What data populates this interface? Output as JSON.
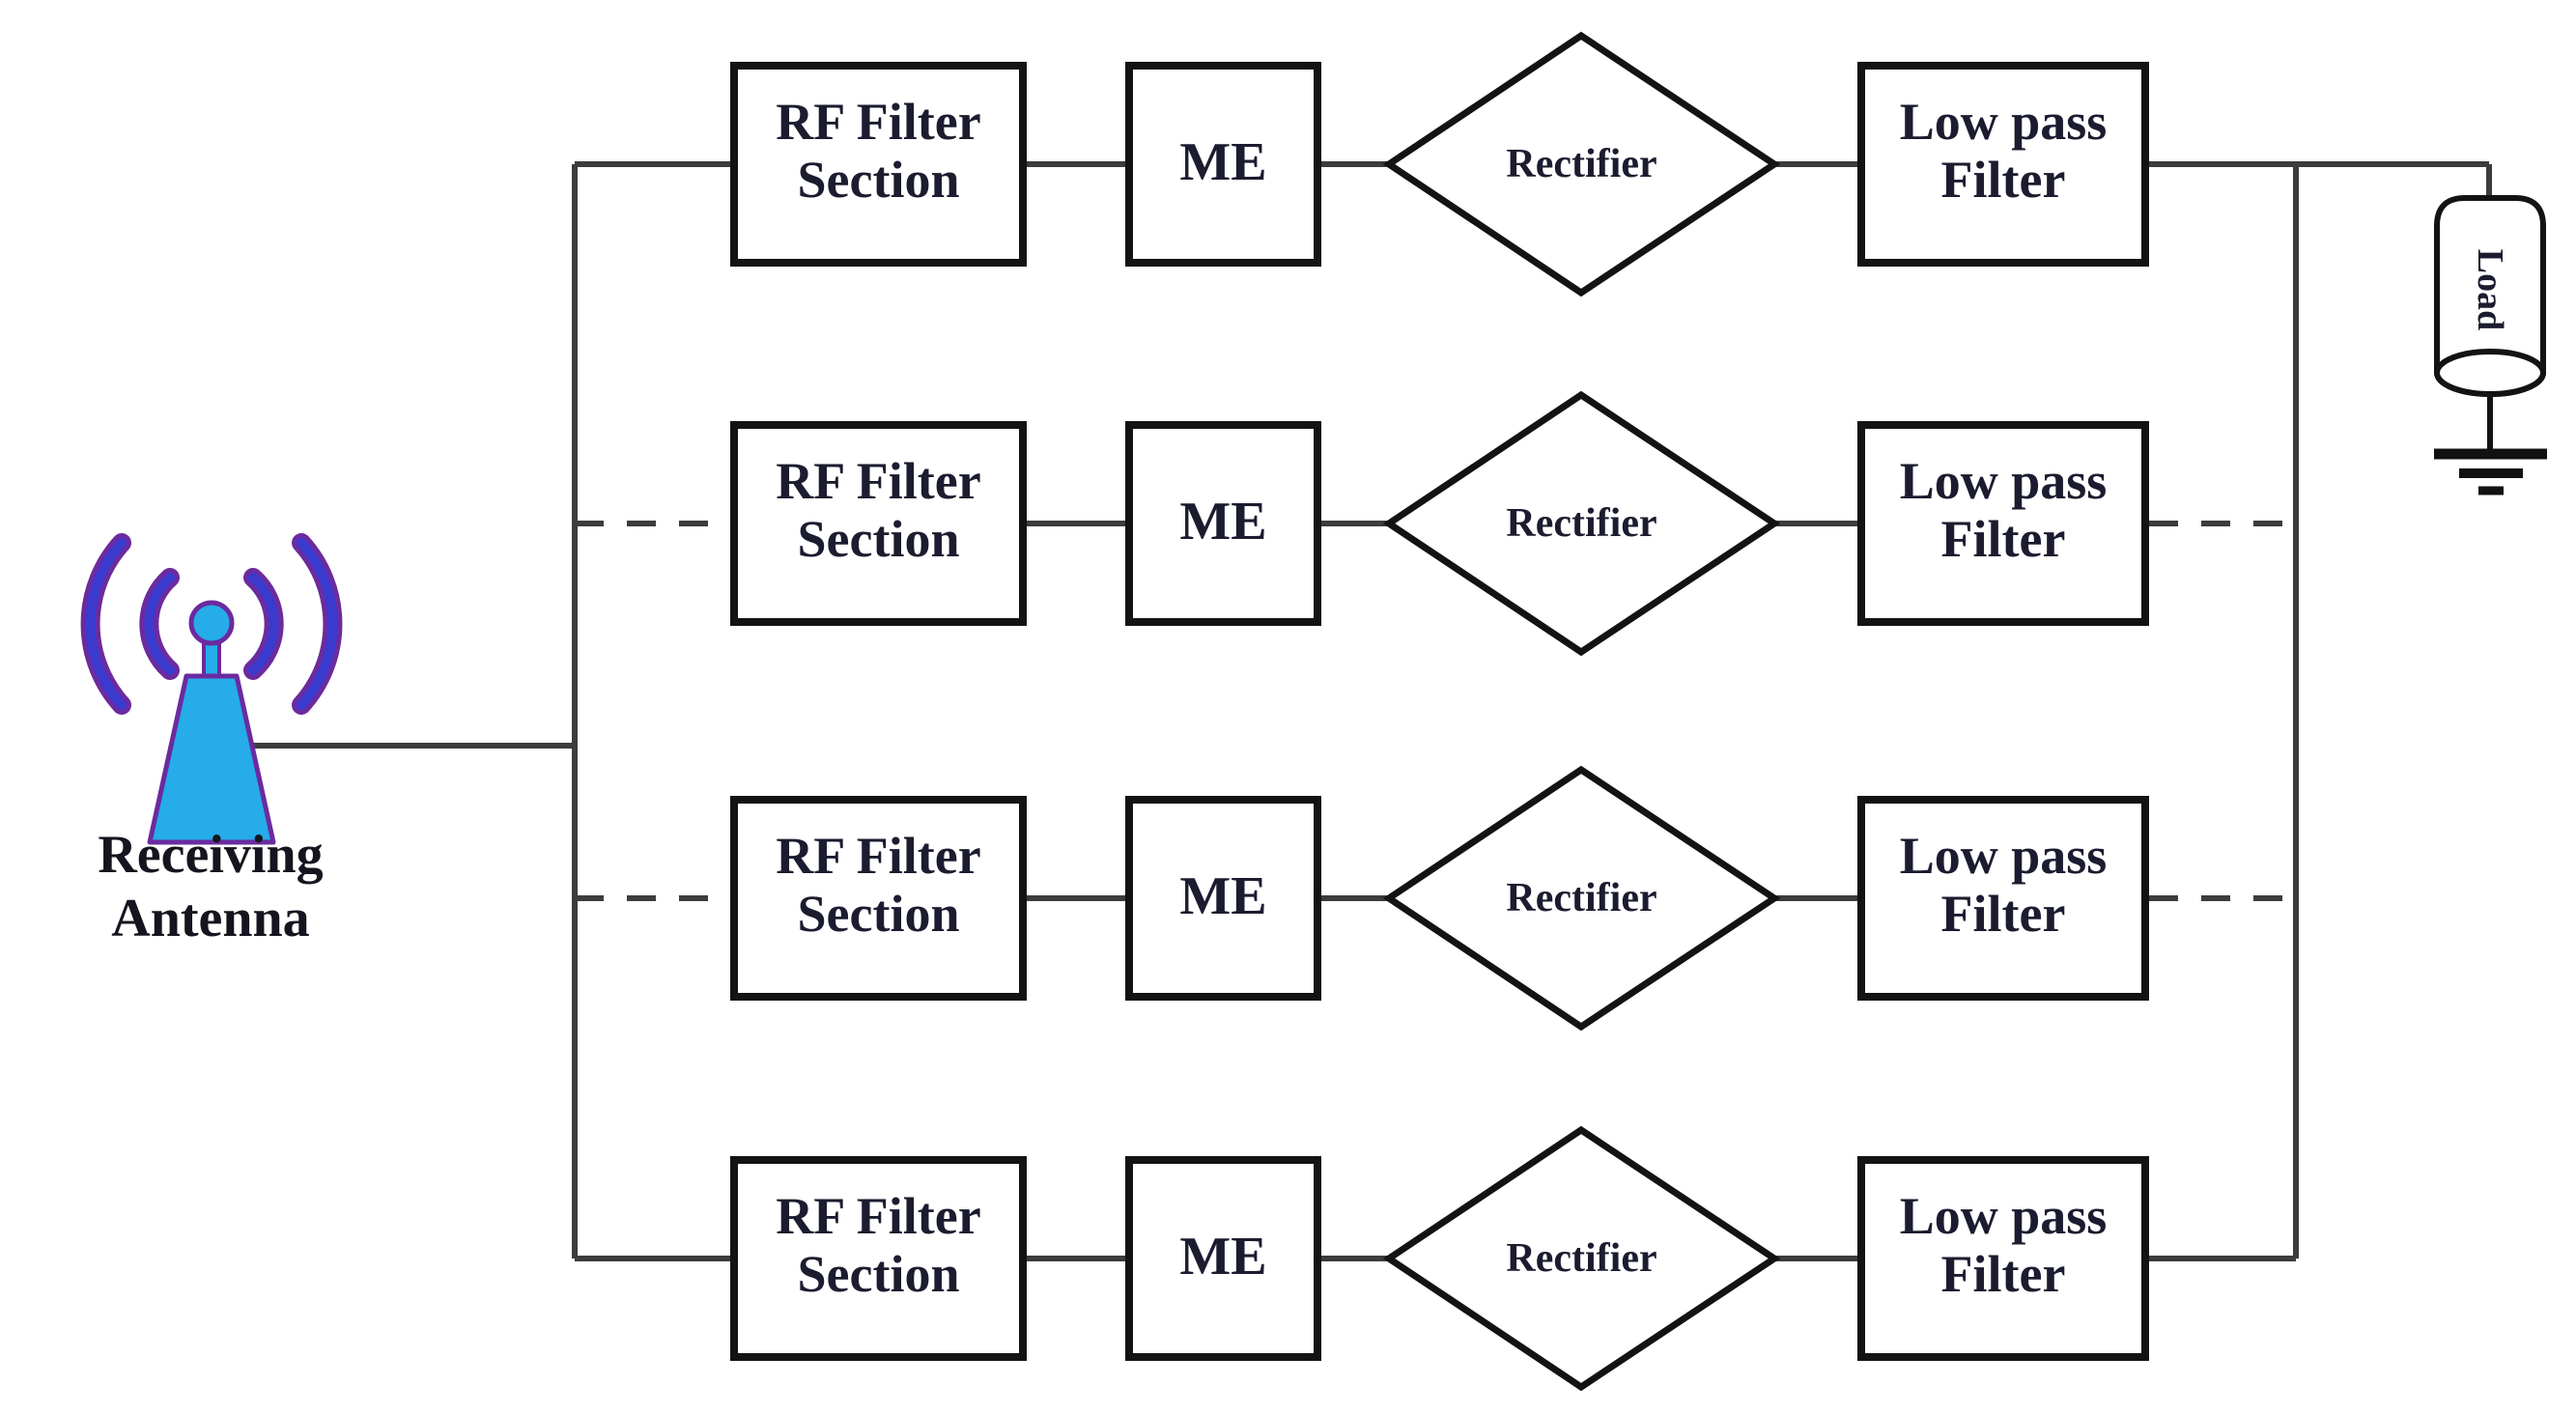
{
  "figure": {
    "kind": "block-diagram",
    "background": "#FFFFFF"
  },
  "antenna": {
    "label_lines": [
      "Receiving",
      "Antenna"
    ]
  },
  "rows": [
    {
      "rf_filter": [
        "RF Filter",
        "Section"
      ],
      "me": "ME",
      "rectifier": "Rectifier",
      "low_pass": [
        "Low pass",
        "Filter"
      ],
      "left_connection": "solid",
      "right_connection": "solid"
    },
    {
      "rf_filter": [
        "RF Filter",
        "Section"
      ],
      "me": "ME",
      "rectifier": "Rectifier",
      "low_pass": [
        "Low pass",
        "Filter"
      ],
      "left_connection": "dashed",
      "right_connection": "dashed"
    },
    {
      "rf_filter": [
        "RF Filter",
        "Section"
      ],
      "me": "ME",
      "rectifier": "Rectifier",
      "low_pass": [
        "Low pass",
        "Filter"
      ],
      "left_connection": "dashed",
      "right_connection": "dashed"
    },
    {
      "rf_filter": [
        "RF Filter",
        "Section"
      ],
      "me": "ME",
      "rectifier": "Rectifier",
      "low_pass": [
        "Low pass",
        "Filter"
      ],
      "left_connection": "solid",
      "right_connection": "solid"
    }
  ],
  "load": {
    "label": "Load"
  },
  "colors": {
    "wire": "#3C3C3C",
    "outline": "#131313",
    "text": "#1C1C30",
    "antenna_fill": "#25ACE9",
    "antenna_outline": "#6B2B9F",
    "antenna_arc_blue": "#3A3ACF"
  }
}
